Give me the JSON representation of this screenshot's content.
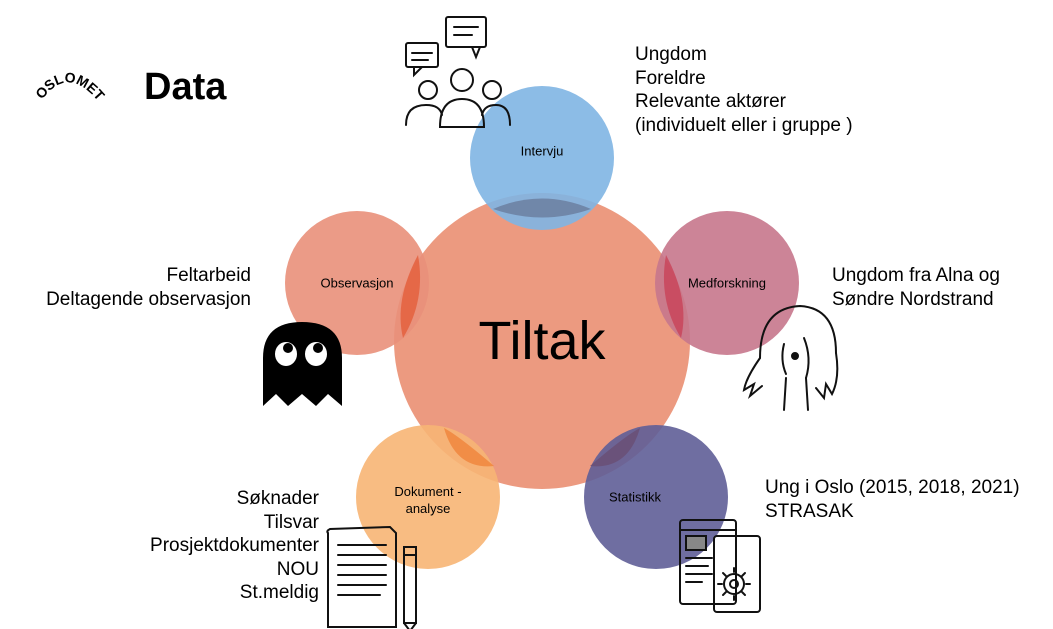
{
  "slide": {
    "title": "Data",
    "logo_text": "OSLOMET"
  },
  "diagram": {
    "center": "Tiltak",
    "nodes": [
      {
        "id": "intervju",
        "label": "Intervju",
        "color": "#7fb5e3"
      },
      {
        "id": "medforskning",
        "label": "Medforskning",
        "color": "#c7778c"
      },
      {
        "id": "statistikk",
        "label": "Statistikk",
        "color": "#5f5e97"
      },
      {
        "id": "dokumentanalyse",
        "label_line1": "Dokument -",
        "label_line2": "analyse",
        "color": "#f7b574"
      },
      {
        "id": "observasjon",
        "label": "Observasjon",
        "color": "#e9907a"
      }
    ],
    "center_color": "#ec9a80"
  },
  "descriptions": {
    "intervju": [
      "Ungdom",
      "Foreldre",
      "Relevante aktører",
      "(individuelt eller i gruppe )"
    ],
    "medforskning": [
      "Ungdom fra Alna og",
      "Søndre Nordstrand"
    ],
    "statistikk": [
      "Ung i Oslo (2015, 2018, 2021)",
      "STRASAK"
    ],
    "dokumentanalyse": [
      "Søknader",
      "Tilsvar",
      "Prosjektdokumenter",
      "NOU",
      "St.meldig"
    ],
    "observasjon": [
      "Feltarbeid",
      "Deltagende observasjon"
    ]
  },
  "icons": {
    "interview": "people-talking-icon",
    "participatory": "girl-face-icon",
    "statistics": "dashboard-gear-icon",
    "documents": "document-pencil-icon",
    "observation": "ghost-icon"
  }
}
